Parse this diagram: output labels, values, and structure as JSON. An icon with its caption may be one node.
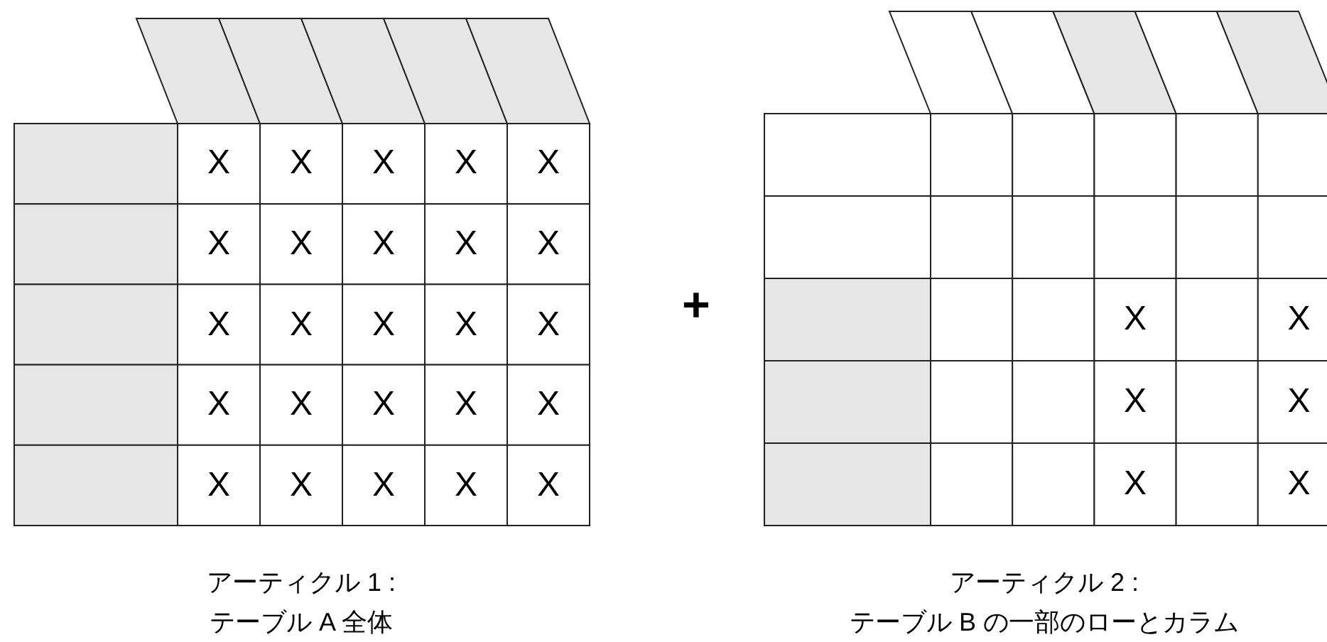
{
  "diagram": {
    "labels": [
      "X",
      "X",
      "X",
      "X",
      "X",
      "X",
      "X",
      "X",
      "X",
      "X",
      "X",
      "X",
      "X",
      "X",
      "X",
      "X",
      "X",
      "X",
      "X",
      "X",
      "X",
      "X",
      "X",
      "X",
      "X",
      "+",
      "X",
      "X",
      "X",
      "X",
      "X",
      "X",
      "アーティクル 1 :",
      "テーブル A 全体",
      "アーティクル 2 :",
      "テーブル B の一部のローとカラム"
    ]
  }
}
